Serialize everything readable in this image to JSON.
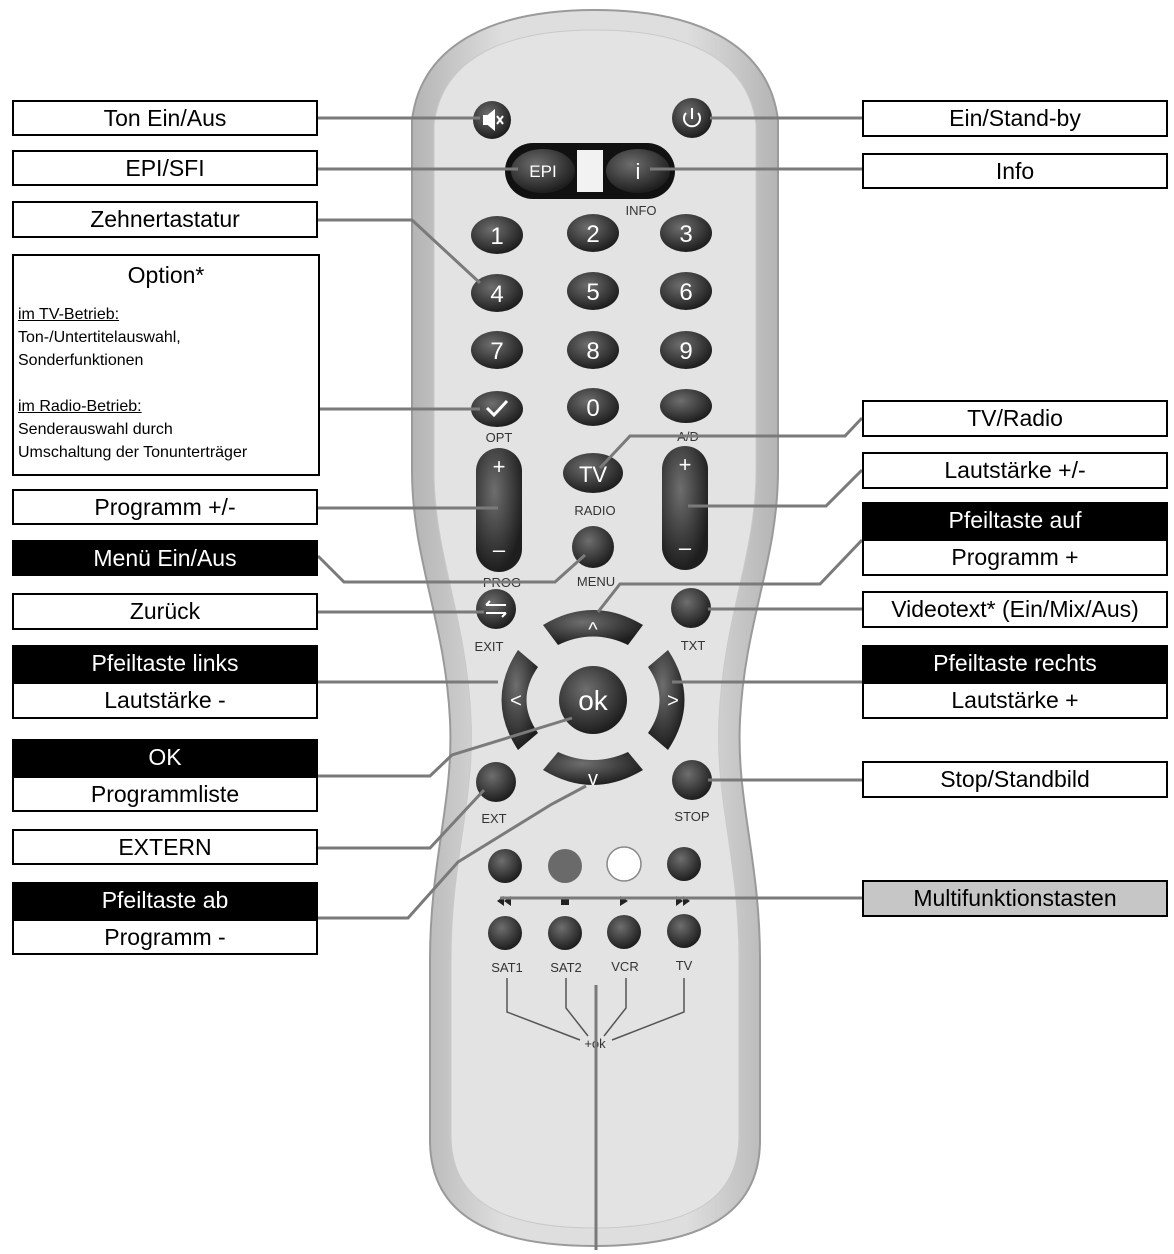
{
  "labels": {
    "ton": "Ton Ein/Aus",
    "epi": "EPI/SFI",
    "zehner": "Zehnertastatur",
    "prog": "Programm +/-",
    "menu": "Menü Ein/Aus",
    "zurueck": "Zurück",
    "links": "Pfeiltaste links",
    "laut_minus": "Lautstärke -",
    "ok": "OK",
    "progliste": "Programmliste",
    "extern": "EXTERN",
    "ab": "Pfeiltaste ab",
    "prog_minus": "Programm -",
    "standby": "Ein/Stand-by",
    "info": "Info",
    "tvradio": "TV/Radio",
    "laut": "Lautstärke +/-",
    "auf": "Pfeiltaste auf",
    "prog_plus": "Programm +",
    "videotext": "Videotext* (Ein/Mix/Aus)",
    "rechts": "Pfeiltaste rechts",
    "laut_plus": "Lautstärke +",
    "stop": "Stop/Standbild",
    "multi": "Multifunktionstasten"
  },
  "option": {
    "title": "Option*",
    "tv_head": "im TV-Betrieb:",
    "tv_l1": "Ton-/Untertitelauswahl,",
    "tv_l2": "Sonderfunktionen",
    "radio_head": "im Radio-Betrieb:",
    "radio_l1": "Senderauswahl durch",
    "radio_l2": "Umschaltung der Tonunterträger"
  },
  "remote": {
    "epi": "EPI",
    "info_key": "i",
    "info": "INFO",
    "digits": [
      "1",
      "2",
      "3",
      "4",
      "5",
      "6",
      "7",
      "8",
      "9",
      "0"
    ],
    "opt": "OPT",
    "ad": "A/D",
    "tv_key": "TV",
    "radio": "RADIO",
    "prog": "PROG",
    "menu": "MENU",
    "exit": "EXIT",
    "txt": "TXT",
    "ok_key": "ok",
    "ext": "EXT",
    "stop": "STOP",
    "sat1": "SAT1",
    "sat2": "SAT2",
    "vcr": "VCR",
    "tv": "TV",
    "plus_ok": "+ok",
    "plus": "+",
    "minus": "–",
    "arrow_up": "^",
    "arrow_down": "v",
    "arrow_left": "<",
    "arrow_right": ">"
  }
}
